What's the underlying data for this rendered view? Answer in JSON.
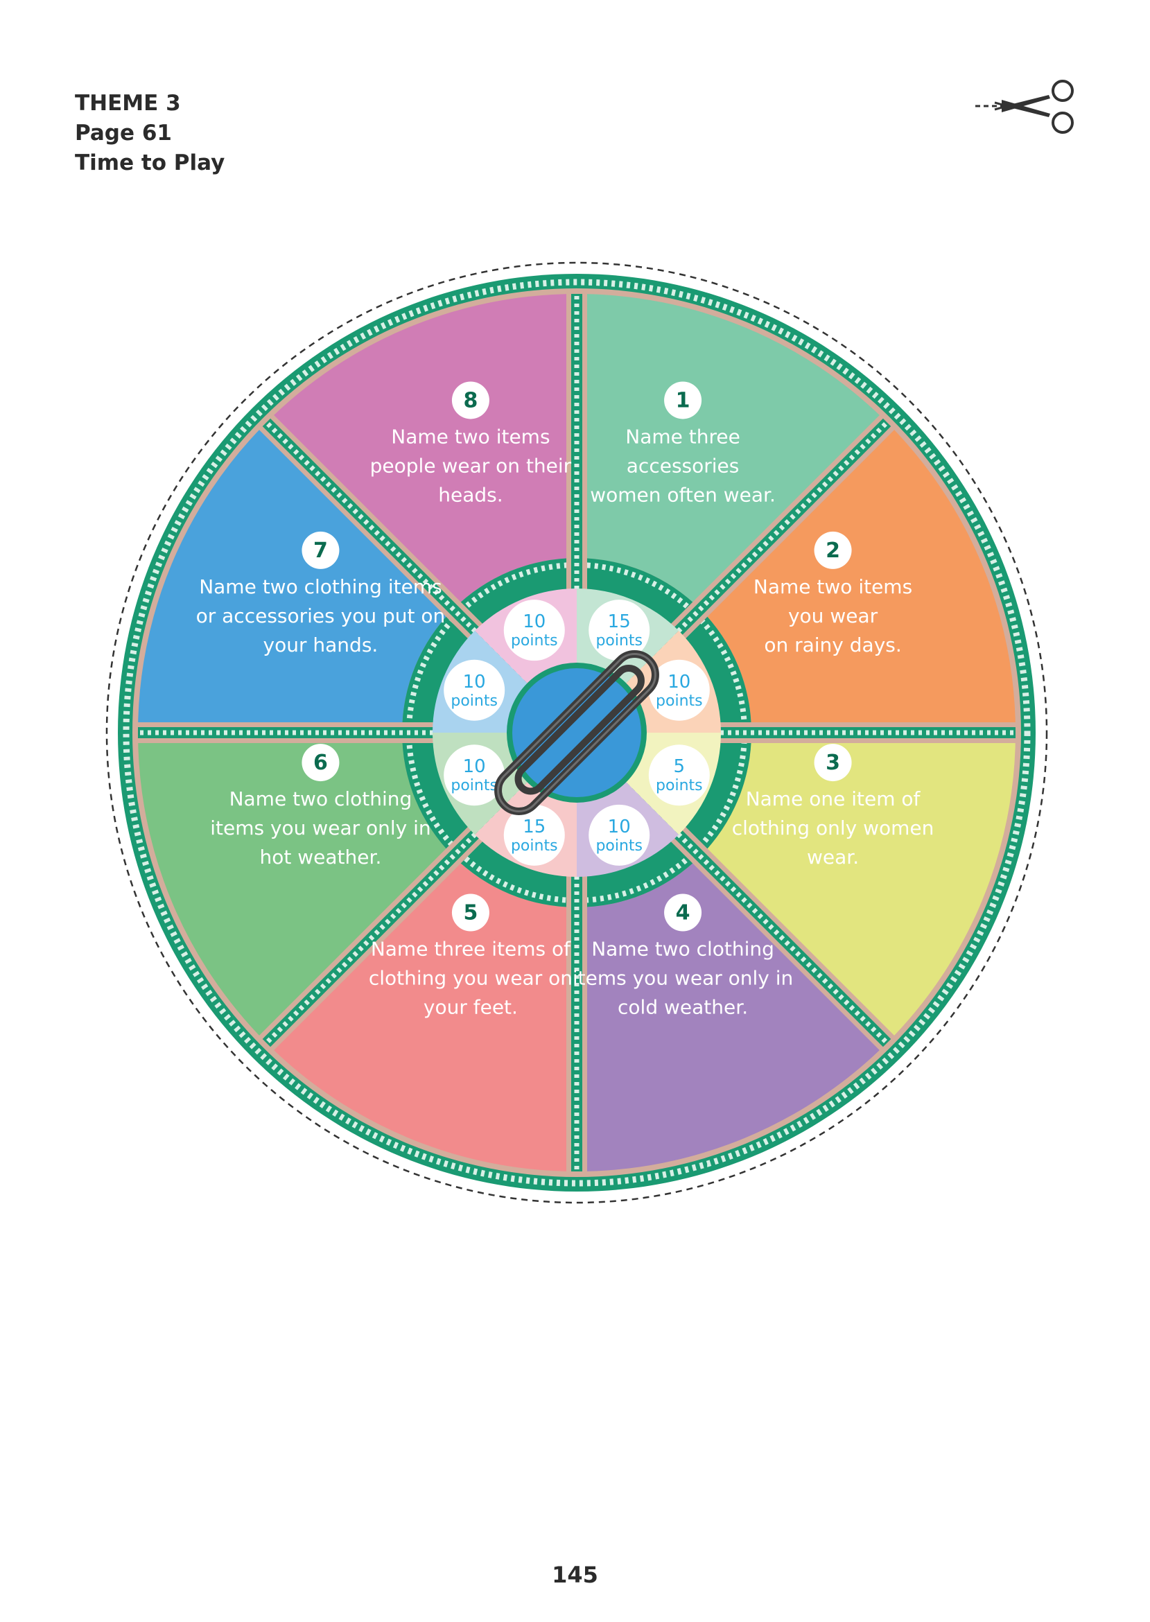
{
  "header": {
    "theme": "THEME 3",
    "page_ref": "Page 61",
    "section_title": "Time to Play"
  },
  "scissors_icon": "scissors-icon",
  "spinner_icon": "paperclip-icon",
  "colors": {
    "border_green": "#1a9a72",
    "center_blue": "#3a98d8",
    "number_green": "#0b6b4f",
    "points_blue": "#29a8e0"
  },
  "segments": [
    {
      "number": "1",
      "color": "#7ecaa9",
      "lines": [
        "Name three",
        "accessories",
        "women often wear."
      ]
    },
    {
      "number": "2",
      "color": "#f59a5e",
      "lines": [
        "Name two items",
        "you wear",
        "on rainy days."
      ]
    },
    {
      "number": "3",
      "color": "#e2e57f",
      "lines": [
        "Name one item of",
        "clothing only women",
        "wear."
      ]
    },
    {
      "number": "4",
      "color": "#a283be",
      "lines": [
        "Name two clothing",
        "items you wear only in",
        "cold weather."
      ]
    },
    {
      "number": "5",
      "color": "#f28b8c",
      "lines": [
        "Name three items of",
        "clothing you wear on",
        "your feet."
      ]
    },
    {
      "number": "6",
      "color": "#7bc384",
      "lines": [
        "Name two clothing",
        "items you wear only in",
        "hot weather."
      ]
    },
    {
      "number": "7",
      "color": "#4aa2dc",
      "lines": [
        "Name two clothing items",
        "or accessories you put on",
        "your hands."
      ]
    },
    {
      "number": "8",
      "color": "#d07db5",
      "lines": [
        "Name two items",
        "people wear on their",
        "heads."
      ]
    }
  ],
  "inner_points": [
    {
      "value": "15",
      "unit": "points",
      "color": "#c3e5d3"
    },
    {
      "value": "10",
      "unit": "points",
      "color": "#fbd3b8"
    },
    {
      "value": "5",
      "unit": "points",
      "color": "#f2f3bf"
    },
    {
      "value": "10",
      "unit": "points",
      "color": "#cfbde0"
    },
    {
      "value": "15",
      "unit": "points",
      "color": "#f7c9c9"
    },
    {
      "value": "10",
      "unit": "points",
      "color": "#bfe0c0"
    },
    {
      "value": "10",
      "unit": "points",
      "color": "#a9d3ef"
    },
    {
      "value": "10",
      "unit": "points",
      "color": "#f1c2de"
    }
  ],
  "page_number": "145"
}
